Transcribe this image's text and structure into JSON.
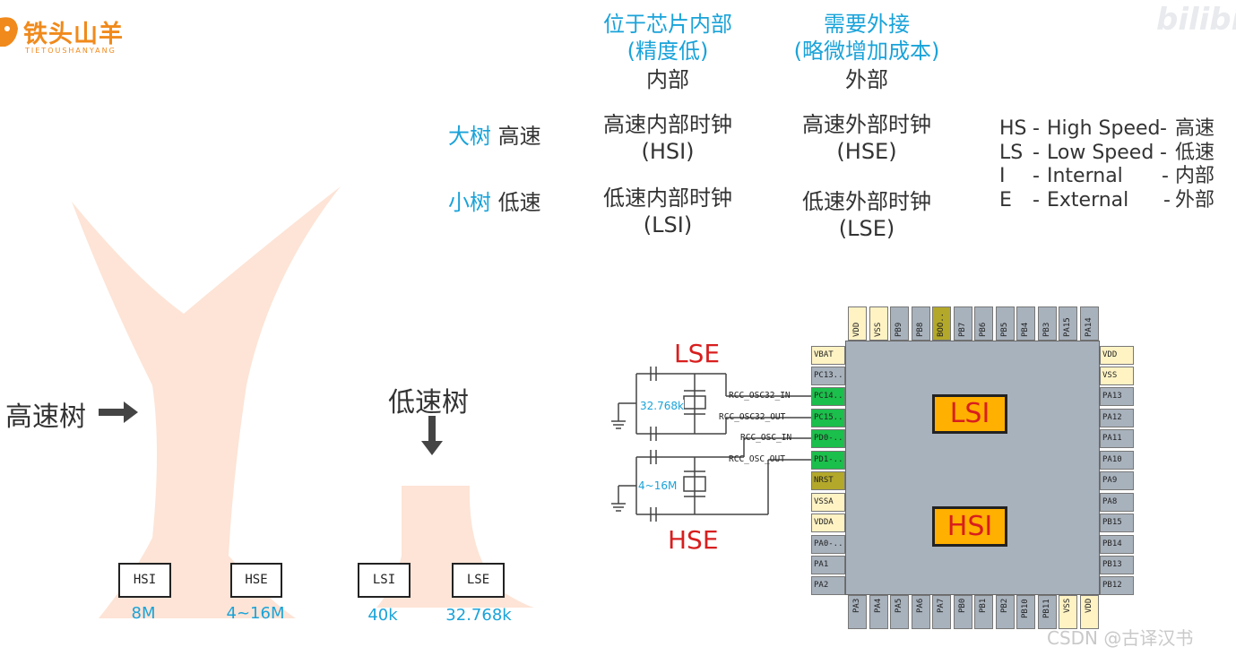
{
  "logo": {
    "name": "铁头山羊",
    "sub": "TIETOUSHANYANG"
  },
  "watermark": {
    "text": "CSDN @古译汉书"
  },
  "table": {
    "col1": {
      "header1": "位于芯片内部",
      "header2": "(精度低)",
      "label": "内部"
    },
    "col2": {
      "header1": "需要外接",
      "header2": "(略微增加成本)",
      "label": "外部"
    },
    "row1": {
      "tag": "大树",
      "label": "高速",
      "c1a": "高速内部时钟",
      "c1b": "(HSI)",
      "c2a": "高速外部时钟",
      "c2b": "(HSE)"
    },
    "row2": {
      "tag": "小树",
      "label": "低速",
      "c1a": "低速内部时钟",
      "c1b": "(LSI)",
      "c2a": "低速外部时钟",
      "c2b": "(LSE)"
    }
  },
  "legend": [
    {
      "abbr": "HS",
      "full": "High Speed",
      "cn": "高速"
    },
    {
      "abbr": "LS",
      "full": "Low Speed",
      "cn": "低速"
    },
    {
      "abbr": "I",
      "full": "Internal",
      "cn": "内部"
    },
    {
      "abbr": "E",
      "full": "External",
      "cn": "外部"
    }
  ],
  "trees": {
    "high_label": "高速树",
    "low_label": "低速树",
    "clocks": [
      {
        "name": "HSI",
        "freq": "8M"
      },
      {
        "name": "HSE",
        "freq": "4~16M"
      },
      {
        "name": "LSI",
        "freq": "40k"
      },
      {
        "name": "LSE",
        "freq": "32.768k"
      }
    ]
  },
  "circuit": {
    "lse_label": "LSE",
    "hse_label": "HSE",
    "lse_crystal": "32.768k",
    "hse_crystal": "4~16M",
    "signals": [
      "RCC_OSC32_IN",
      "RCC_OSC32_OUT",
      "RCC_OSC_IN",
      "RCC_OSC_OUT"
    ]
  },
  "chip": {
    "internal_lsi": "LSI",
    "internal_hsi": "HSI",
    "left_pins": [
      "VBAT",
      "PC13..",
      "PC14..",
      "PC15..",
      "PD0-..",
      "PD1-..",
      "NRST",
      "VSSA",
      "VDDA",
      "PA0-..",
      "PA1",
      "PA2"
    ],
    "right_pins": [
      "VDD",
      "VSS",
      "PA13",
      "PA12",
      "PA11",
      "PA10",
      "PA9",
      "PA8",
      "PB15",
      "PB14",
      "PB13",
      "PB12"
    ],
    "top_pins": [
      "VDD",
      "VSS",
      "PB9",
      "PB8",
      "BOO..",
      "PB7",
      "PB6",
      "PB5",
      "PB4",
      "PB3",
      "PA15",
      "PA14"
    ],
    "bottom_pins": [
      "PA3",
      "PA4",
      "PA5",
      "PA6",
      "PA7",
      "PB0",
      "PB1",
      "PB2",
      "PB10",
      "PB11",
      "VSS",
      "VDD"
    ]
  },
  "colors": {
    "accent": "#1aa3d9",
    "tree": "#fde4d6",
    "chip": "#a8b2bd",
    "highlight": "#ffb000",
    "red": "#d81e1e",
    "green": "#1bbf4b"
  }
}
